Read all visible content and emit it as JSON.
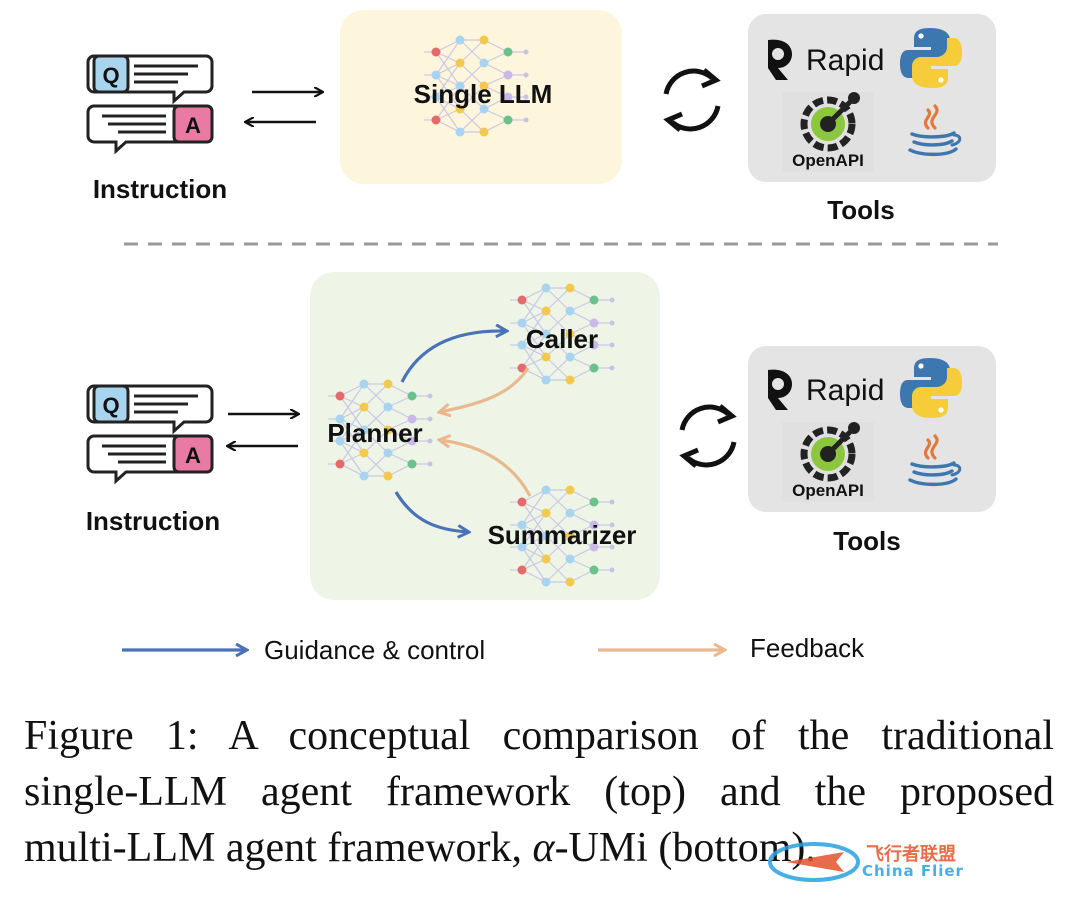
{
  "top": {
    "instruction_label": "Instruction",
    "q_letter": "Q",
    "a_letter": "A",
    "model_label": "Single LLM",
    "tools_label": "Tools"
  },
  "bottom": {
    "instruction_label": "Instruction",
    "q_letter": "Q",
    "a_letter": "A",
    "planner_label": "Planner",
    "caller_label": "Caller",
    "summarizer_label": "Summarizer",
    "tools_label": "Tools"
  },
  "tools": {
    "rapid_label": "Rapid",
    "openapi_label": "OpenAPI",
    "icons": [
      "rapid-logo-icon",
      "python-logo-icon",
      "openapi-logo-icon",
      "java-logo-icon"
    ]
  },
  "legend": {
    "guidance_label": "Guidance & control",
    "feedback_label": "Feedback",
    "guidance_color": "#4a72b8",
    "feedback_color": "#eab88f"
  },
  "caption": {
    "line1": "Figure 1: A conceptual comparison of the traditional",
    "line2": "single-LLM agent framework (top) and the proposed",
    "line3_pre": "multi-LLM agent framework, ",
    "line3_alpha": "α",
    "line3_post": "-UMi (bottom)."
  },
  "watermark": {
    "cn_text": "飞行者联盟",
    "en_text": "China Flier"
  },
  "colors": {
    "single_llm_bg": "#fdf5dc",
    "multi_llm_bg": "#eef5e6",
    "tools_bg": "#e4e4e4",
    "dashed_divider": "#9a9a9a"
  }
}
